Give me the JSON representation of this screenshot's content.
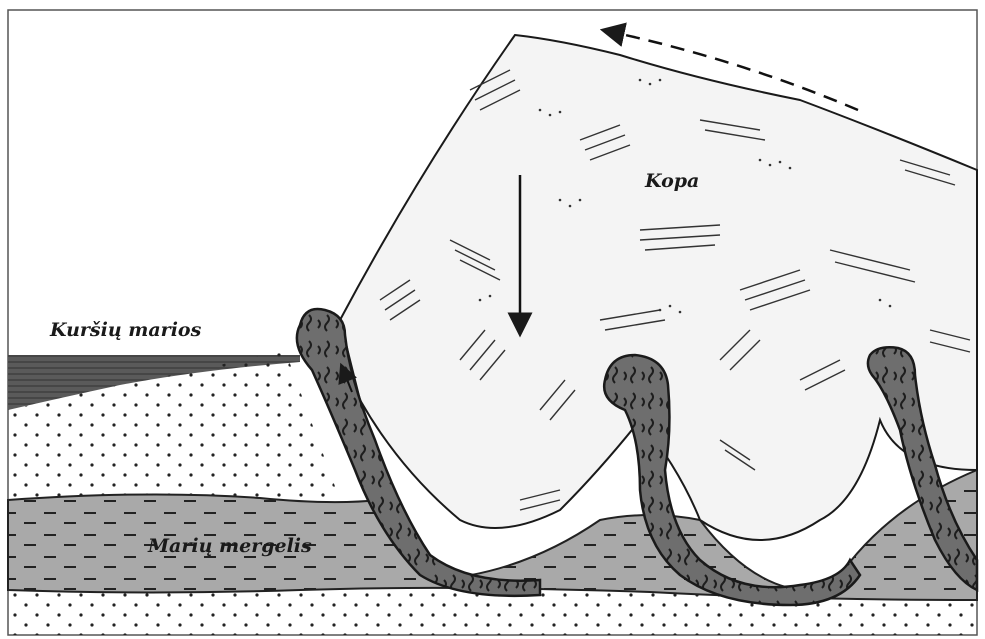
{
  "diagram": {
    "labels": {
      "lagoon": "Kuršių marios",
      "dune": "Kopa",
      "clay_layer": "Marių mergelis"
    },
    "colors": {
      "ink": "#1a1a1a",
      "water": "#555555",
      "clay": "#a9a9a9",
      "dune_fill": "#f4f4f4",
      "paper": "#ffffff"
    },
    "arrows": {
      "wind_direction": "leftward along dune crest (dashed)",
      "load_direction": "downward inside dune"
    }
  }
}
